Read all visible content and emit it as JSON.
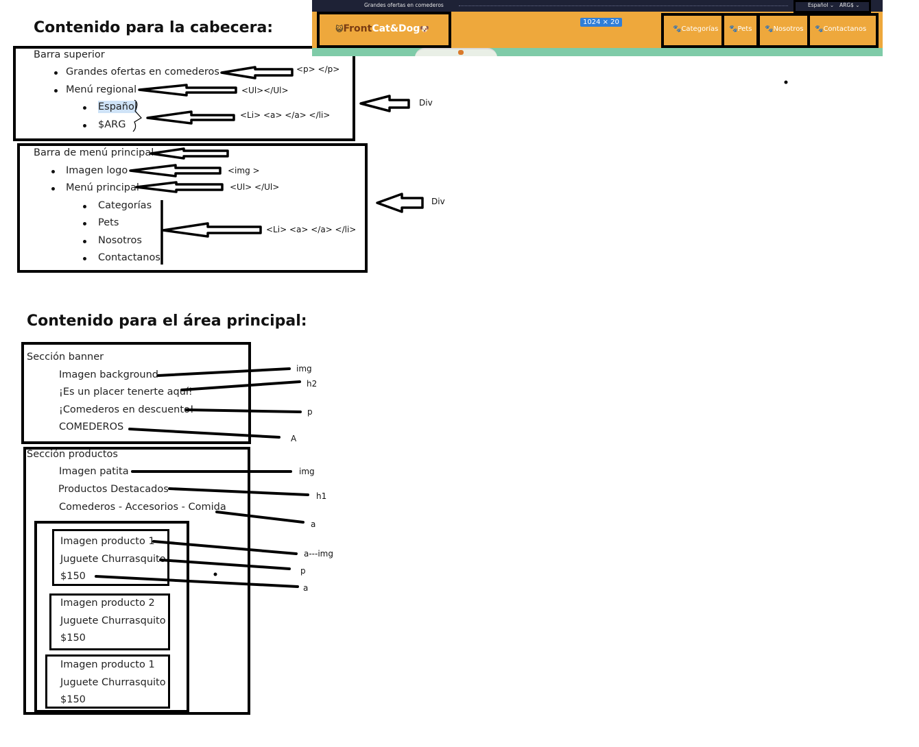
{
  "header_section": {
    "title": "Contenido para la cabecera:",
    "top_bar": {
      "label": "Barra superior",
      "items": [
        "Grandes ofertas en comederos",
        "Menú regional"
      ],
      "sub_items": [
        "Español",
        "$ARG"
      ],
      "tags": [
        "<p>    </p>",
        "<Ul></Ul>",
        "<Li>  <a> </a> </li>"
      ],
      "container_tag": "Div"
    },
    "main_menu_bar": {
      "label": "Barra de menú principal",
      "items": [
        "Imagen logo",
        "Menú principal"
      ],
      "sub_items": [
        "Categorías",
        "Pets",
        "Nosotros",
        "Contactanos"
      ],
      "tags": [
        "<img  >",
        "<Ul> </Ul>",
        "<Li>  <a> </a> </li>"
      ],
      "container_tag": "Div"
    }
  },
  "main_section": {
    "title": "Contenido para el área principal:",
    "banner": {
      "label": "Sección banner",
      "items": [
        "Imagen background",
        "¡Es un placer tenerte aquí!",
        "¡Comederos en descuento!",
        "COMEDEROS"
      ],
      "tags": [
        "img",
        "h2",
        "p",
        "A"
      ]
    },
    "products": {
      "label": "Sección productos",
      "items": [
        "Imagen patita",
        "Productos Destacados",
        "Comederos - Accesorios - Comida"
      ],
      "tags": [
        "img",
        "h1",
        "a"
      ],
      "cards": [
        {
          "image": "Imagen producto 1",
          "name": "Juguete Churrasquito",
          "price": "$150"
        },
        {
          "image": "Imagen producto 2",
          "name": "Juguete Churrasquito",
          "price": "$150"
        },
        {
          "image": "Imagen producto 1",
          "name": "Juguete Churrasquito",
          "price": "$150"
        }
      ],
      "card_tags": [
        "a---img",
        "p",
        "a"
      ]
    }
  },
  "screenshot": {
    "promo": "Grandes ofertas en comederos",
    "language": "Español ⌄",
    "currency": "ARG$ ⌄",
    "logo_part1": "Front",
    "logo_part2": "Cat&Dog",
    "dimension_badge": "1024 × 20",
    "nav": [
      "Categorías",
      "Pets",
      "Nosotros",
      "Contactanos"
    ],
    "colors": {
      "topbar": "#1e2236",
      "navbar": "#eea83c",
      "badge": "#2f7ed8",
      "banner": "#7fcba8"
    }
  }
}
